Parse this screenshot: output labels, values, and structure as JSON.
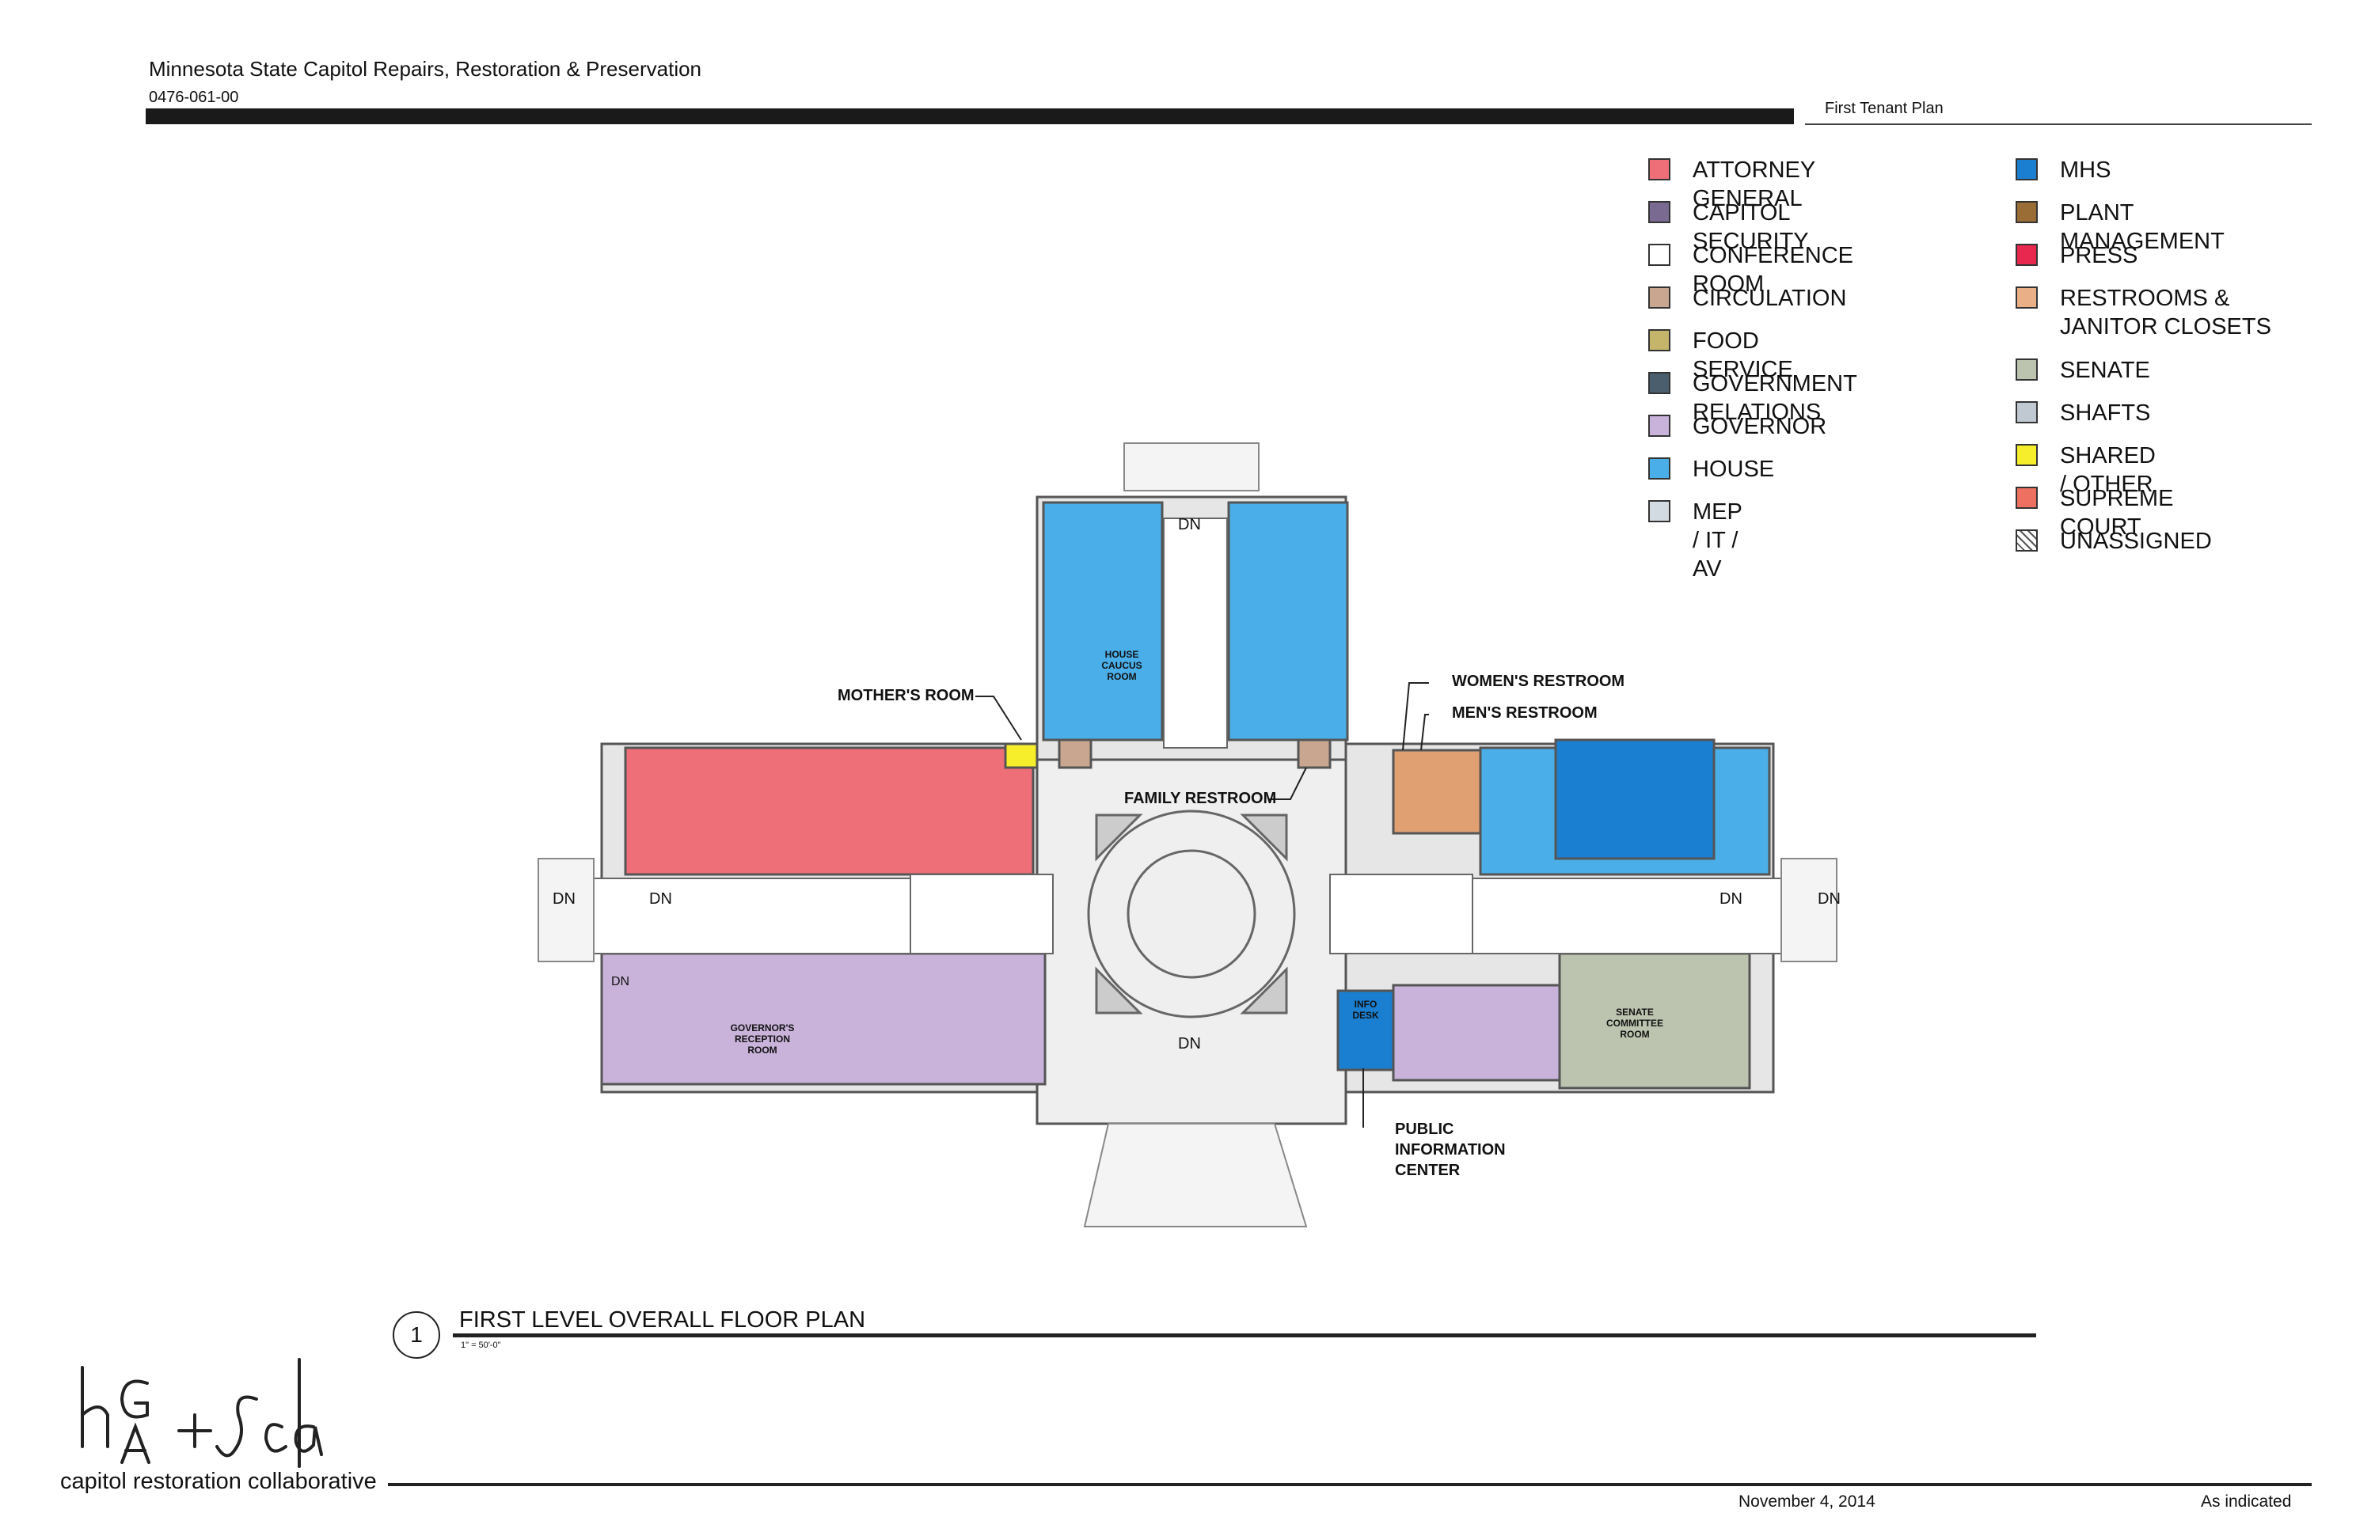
{
  "header": {
    "project_title": "Minnesota State Capitol Repairs, Restoration & Preservation",
    "project_number": "0476-061-00",
    "sheet_name": "First Tenant Plan"
  },
  "legend": {
    "col1": [
      {
        "label": "ATTORNEY GENERAL",
        "color": "#ee6f78"
      },
      {
        "label": "CAPITOL SECURITY",
        "color": "#7a6a92"
      },
      {
        "label": "CONFERENCE ROOM",
        "color": "#ffffff"
      },
      {
        "label": "CIRCULATION",
        "color": "#c9a690"
      },
      {
        "label": "FOOD SERVICE",
        "color": "#c4b56a"
      },
      {
        "label": "GOVERNMENT RELATIONS",
        "color": "#4a5e6e"
      },
      {
        "label": "GOVERNOR",
        "color": "#c9b3db"
      },
      {
        "label": "HOUSE",
        "color": "#4aaee8"
      },
      {
        "label": "MEP / IT / AV",
        "color": "#d3dbe2"
      }
    ],
    "col2": [
      {
        "label": "MHS",
        "color": "#1a7fd0"
      },
      {
        "label": "PLANT MANAGEMENT",
        "color": "#9a6c36"
      },
      {
        "label": "PRESS",
        "color": "#e8284f"
      },
      {
        "label": "RESTROOMS & JANITOR CLOSETS",
        "color": "#e9b087"
      },
      {
        "label": "SENATE",
        "color": "#bcc3ae"
      },
      {
        "label": "SHAFTS",
        "color": "#c0c8d2"
      },
      {
        "label": "SHARED / OTHER",
        "color": "#f6ee2a"
      },
      {
        "label": "SUPREME COURT",
        "color": "#ee7060"
      },
      {
        "label": "UNASSIGNED",
        "color": "hatch"
      }
    ]
  },
  "plan": {
    "callouts": {
      "mothers_room": "MOTHER'S ROOM",
      "womens_restroom": "WOMEN'S RESTROOM",
      "mens_restroom": "MEN'S RESTROOM",
      "family_restroom": "FAMILY RESTROOM",
      "public_info_1": "PUBLIC",
      "public_info_2": "INFORMATION",
      "public_info_3": "CENTER"
    },
    "room_labels": {
      "house_caucus": [
        "HOUSE",
        "CAUCUS",
        "ROOM"
      ],
      "governors_reception": [
        "GOVERNOR'S",
        "RECEPTION",
        "ROOM"
      ],
      "senate_committee": [
        "SENATE",
        "COMMITTEE",
        "ROOM"
      ],
      "info_desk": [
        "INFO",
        "DESK"
      ]
    },
    "dn": [
      "DN",
      "DN",
      "DN",
      "DN",
      "DN",
      "DN",
      "DN"
    ]
  },
  "drawing": {
    "number": "1",
    "title": "FIRST LEVEL OVERALL FLOOR PLAN",
    "scale": "1\" = 50'-0\""
  },
  "footer": {
    "logo_text": "hGA + SCa",
    "tagline": "capitol restoration collaborative",
    "date": "November 4, 2014",
    "scale": "As indicated"
  }
}
